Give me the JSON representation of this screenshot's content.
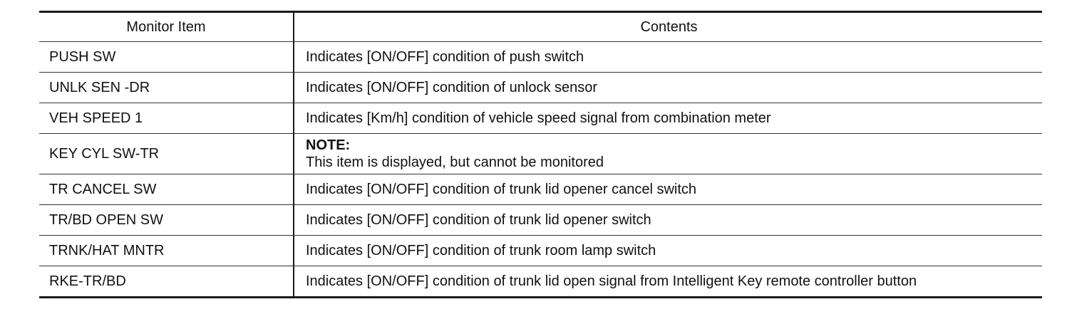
{
  "table": {
    "headers": [
      "Monitor Item",
      "Contents"
    ],
    "rows": [
      {
        "item": "PUSH SW",
        "contents": "Indicates [ON/OFF] condition of push switch"
      },
      {
        "item": "UNLK SEN -DR",
        "contents": "Indicates [ON/OFF] condition of unlock sensor"
      },
      {
        "item": "VEH SPEED 1",
        "contents": "Indicates [Km/h] condition of vehicle speed signal from combination meter"
      },
      {
        "item": "KEY CYL SW-TR",
        "note_label": "NOTE:",
        "contents": "This item is displayed, but cannot be monitored"
      },
      {
        "item": "TR CANCEL SW",
        "contents": "Indicates [ON/OFF] condition of trunk lid opener cancel switch"
      },
      {
        "item": "TR/BD OPEN SW",
        "contents": "Indicates [ON/OFF] condition of trunk lid opener switch"
      },
      {
        "item": "TRNK/HAT MNTR",
        "contents": "Indicates [ON/OFF] condition of trunk room lamp switch"
      },
      {
        "item": "RKE-TR/BD",
        "contents": "Indicates [ON/OFF] condition of trunk lid open signal from Intelligent Key remote controller button"
      }
    ]
  }
}
